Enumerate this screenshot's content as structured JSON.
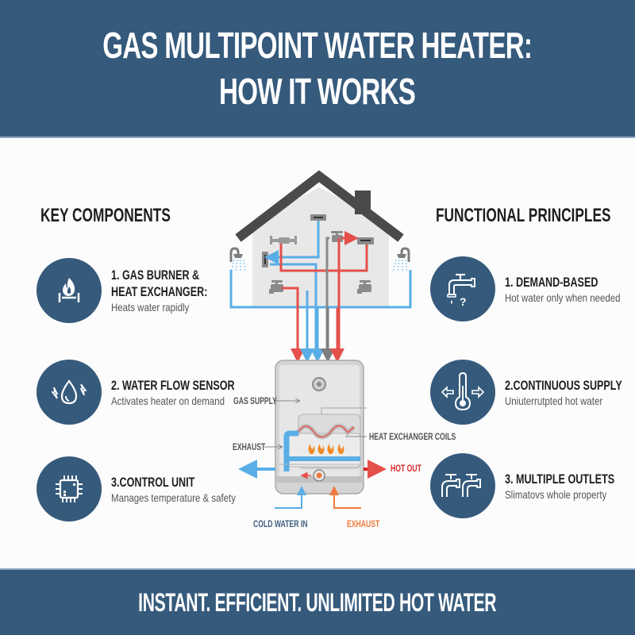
{
  "header": {
    "title_line1": "GAS MULTIPOINT WATER HEATER:",
    "title_line2": "HOW IT WORKS"
  },
  "key_components": {
    "title": "KEY COMPONENTS",
    "items": [
      {
        "number_title_line1": "1. GAS BURNER &",
        "number_title_line2": "HEAT EXCHANGER:",
        "desc": "Heats water rapidly",
        "icon": "flame-burner-icon"
      },
      {
        "number_title_line1": "2. WATER FLOW SENSOR",
        "desc": "Activates heater on demand",
        "icon": "water-drop-flow-icon"
      },
      {
        "number_title_line1": "3.CONTROL UNIT",
        "desc": "Manages temperature & safety",
        "icon": "chip-icon"
      }
    ]
  },
  "functional_principles": {
    "title": "FUNCTIONAL PRINCIPLES",
    "items": [
      {
        "number_title_line1": "1. DEMAND-BASED",
        "desc": "Hot water only when needed",
        "icon": "tap-question-icon"
      },
      {
        "number_title_line1": "2.CONTINUOUS SUPPLY",
        "desc": "Uniuterrutpted hot water",
        "icon": "thermometer-arrows-icon"
      },
      {
        "number_title_line1": "3. MULTIPLE OUTLETS",
        "desc": "Slimatovs whole property",
        "icon": "two-taps-icon"
      }
    ]
  },
  "diagram": {
    "labels": {
      "gas_supply": "GAS SUPPLY",
      "exhaust_left": "EXHAUST",
      "heat_exchanger_coils": "HEAT EXCHANGER COILS",
      "hot_out": "HOT OUT",
      "cold_water_in": "COLD WATER IN",
      "exhaust_bottom": "EXHAUST"
    },
    "colors": {
      "cold": "#5aaee6",
      "hot": "#e5504a",
      "gas": "#8a8a8a",
      "exhaust": "#ef7b3c",
      "roof": "#4a4a4a",
      "house": "#e8e8e8"
    }
  },
  "footer": {
    "tagline": "INSTANT. EFFICIENT. UNLIMITED HOT WATER"
  },
  "colors": {
    "brand": "#355a7c",
    "background": "#fcfcfc",
    "text": "#1e1e1e"
  }
}
